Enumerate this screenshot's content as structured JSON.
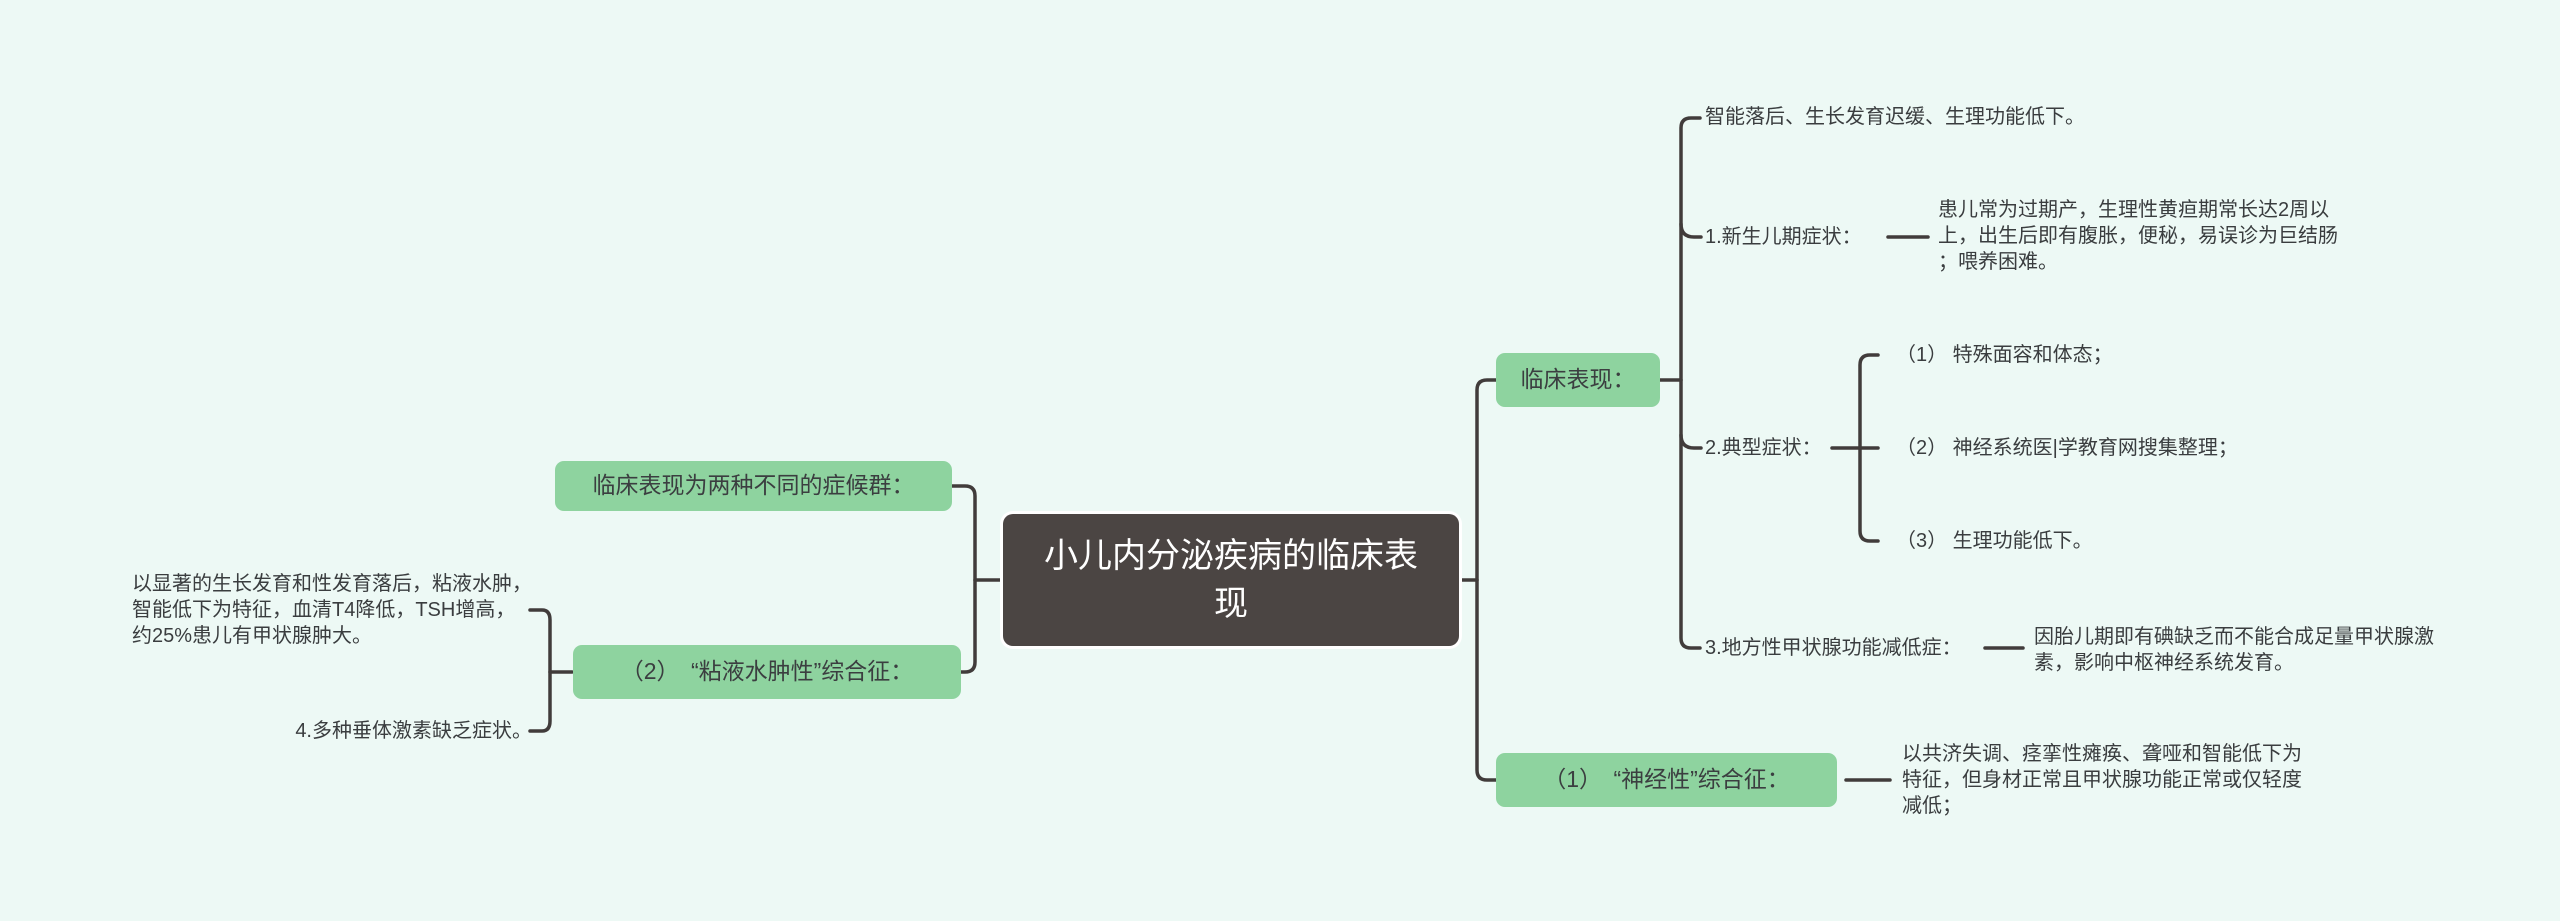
{
  "colors": {
    "background": "#edf9f5",
    "node_green": "#8ed39f",
    "node_green_text": "#3b3e40",
    "root_bg": "#4b4543",
    "root_text": "#ffffff",
    "line": "#413c3b",
    "text": "#3a3d3f"
  },
  "root": {
    "label": "小儿内分泌疾病的临床表现"
  },
  "left_branch": {
    "syndromes_header": "临床表现为两种不同的症候群：",
    "myxedema": {
      "title": "（2）　“粘液水肿性”综合征：",
      "description": "以显著的生长发育和性发育落后，粘液水肿，\n智能低下为特征，血清T4降低，TSH增高，\n约25%患儿有甲状腺肿大。",
      "pituitary_note": "4.多种垂体激素缺乏症状。"
    }
  },
  "right_branch": {
    "clinical": {
      "title": "临床表现：",
      "overview": "智能落后、生长发育迟缓、生理功能低下。",
      "neonatal": {
        "label": "1.新生儿期症状：",
        "description": "患儿常为过期产，生理性黄疸期常长达2周以\n上，出生后即有腹胀，便秘，易误诊为巨结肠\n；喂养困难。"
      },
      "typical": {
        "label": "2.典型症状：",
        "items": [
          "（1） 特殊面容和体态；",
          "（2） 神经系统医|学教育网搜集整理；",
          "（3） 生理功能低下。"
        ]
      },
      "endemic": {
        "label": "3.地方性甲状腺功能减低症：",
        "description": "因胎儿期即有碘缺乏而不能合成足量甲状腺激\n素，影响中枢神经系统发育。"
      }
    },
    "neurological": {
      "title": "（1）　“神经性”综合征：",
      "description": "以共济失调、痉挛性瘫痪、聋哑和智能低下为\n特征，但身材正常且甲状腺功能正常或仅轻度\n减低；"
    }
  }
}
